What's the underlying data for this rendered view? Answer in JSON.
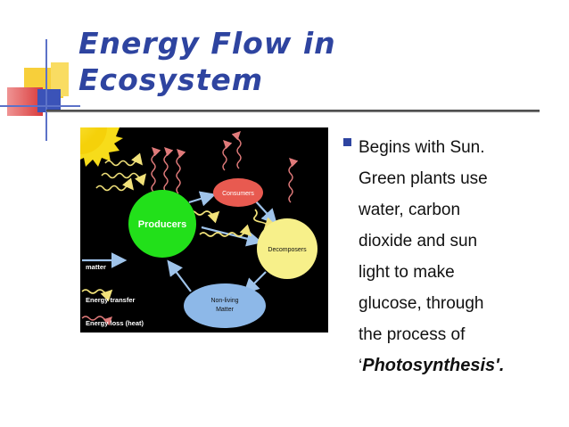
{
  "slide": {
    "title_line1": "Energy Flow in",
    "title_line2": "Ecosystem",
    "accent_color": "#2e44a0"
  },
  "diagram": {
    "nodes": {
      "producers": "Producers",
      "consumers": "Consumers",
      "decomposers": "Decomposers",
      "nonliving_line1": "Non-living",
      "nonliving_line2": "Matter"
    },
    "legend": {
      "matter": "matter",
      "energy_transfer": "Energy transfer",
      "energy_loss": "Energy loss (heat)"
    }
  },
  "bullet": {
    "lines": [
      "Begins with Sun.",
      "Green plants use",
      "water, carbon",
      "dioxide and sun",
      "light to make",
      "glucose, through",
      "the process of"
    ],
    "last_prefix": "‘",
    "last_emph": "Photosynthesis'."
  }
}
